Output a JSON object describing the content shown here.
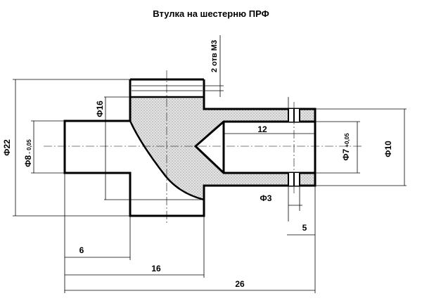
{
  "title": "Втулка на шестерню ПРФ",
  "labels": {
    "holes": "2 отв М3",
    "d22": "Ф22",
    "d8_main": "Ф8",
    "d8_tol": "- 0,05",
    "d16": "Ф16",
    "d7_main": "Ф7",
    "d7_tol": "+0,05",
    "d10": "Ф10",
    "d3": "Ф3",
    "len12": "12",
    "len5": "5",
    "len6": "6",
    "len16": "16",
    "len26": "26"
  }
}
